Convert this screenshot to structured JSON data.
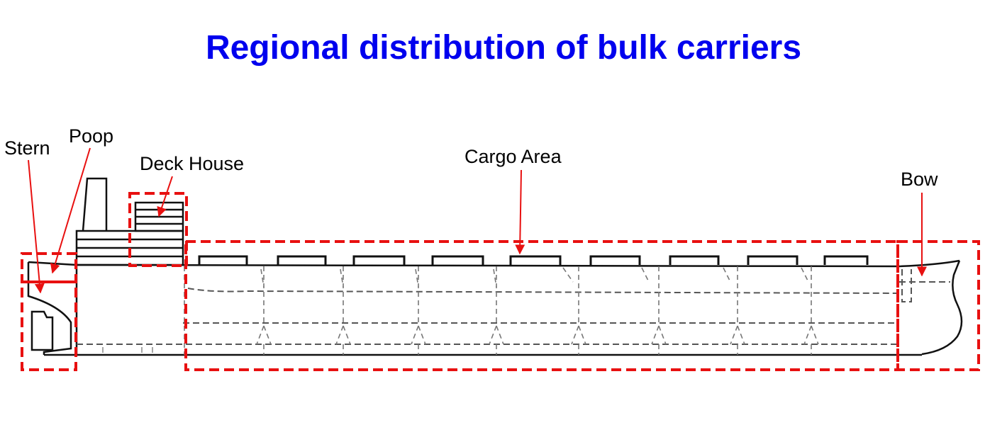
{
  "title": "Regional distribution of bulk carriers",
  "colors": {
    "title": "#0000ee",
    "region_box": "#e81010",
    "hull_line": "#111111",
    "internal_line": "#555555"
  },
  "regions": {
    "stern": "Stern",
    "poop": "Poop",
    "deck_house": "Deck House",
    "cargo_area": "Cargo Area",
    "bow": "Bow"
  }
}
